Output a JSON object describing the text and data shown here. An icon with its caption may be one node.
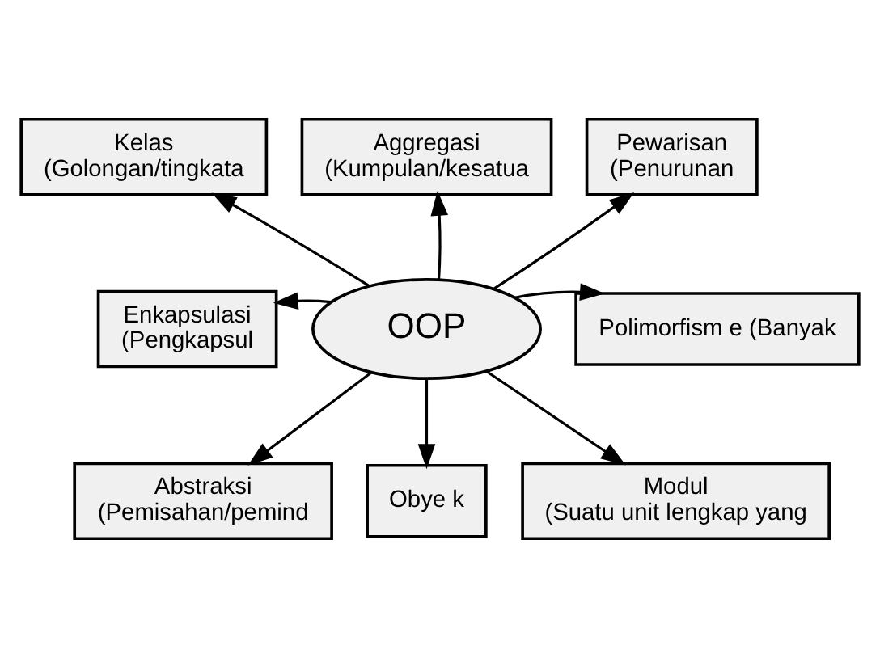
{
  "diagram": {
    "nodes": [
      {
        "text": [
          "Kelas",
          "(Golongan/tingkata"
        ]
      },
      {
        "text": [
          "Aggregasi",
          "(Kumpulan/kesatua"
        ]
      },
      {
        "text": [
          "Pewarisan",
          "(Penurunan"
        ]
      },
      {
        "text": [
          "Enkapsulasi",
          "(Pengkapsul"
        ]
      },
      {
        "text": [
          "OOP"
        ]
      },
      {
        "text": [
          "Polimorfism e (Banyak"
        ]
      },
      {
        "text": [
          "Abstraksi",
          "(Pemisahan/pemind"
        ]
      },
      {
        "text": [
          "Obye k"
        ]
      },
      {
        "text": [
          "Modul",
          "(Suatu unit lengkap yang"
        ]
      }
    ],
    "edges": [
      {
        "from": 4,
        "to": 0,
        "arrow": "to"
      },
      {
        "from": 4,
        "to": 1,
        "arrow": "to"
      },
      {
        "from": 4,
        "to": 2,
        "arrow": "to"
      },
      {
        "from": 4,
        "to": 3,
        "arrow": "to"
      },
      {
        "from": 4,
        "to": 5,
        "arrow": "to"
      },
      {
        "from": 4,
        "to": 6,
        "arrow": "to"
      },
      {
        "from": 4,
        "to": 7,
        "arrow": "to"
      },
      {
        "from": 4,
        "to": 8,
        "arrow": "to"
      }
    ]
  }
}
